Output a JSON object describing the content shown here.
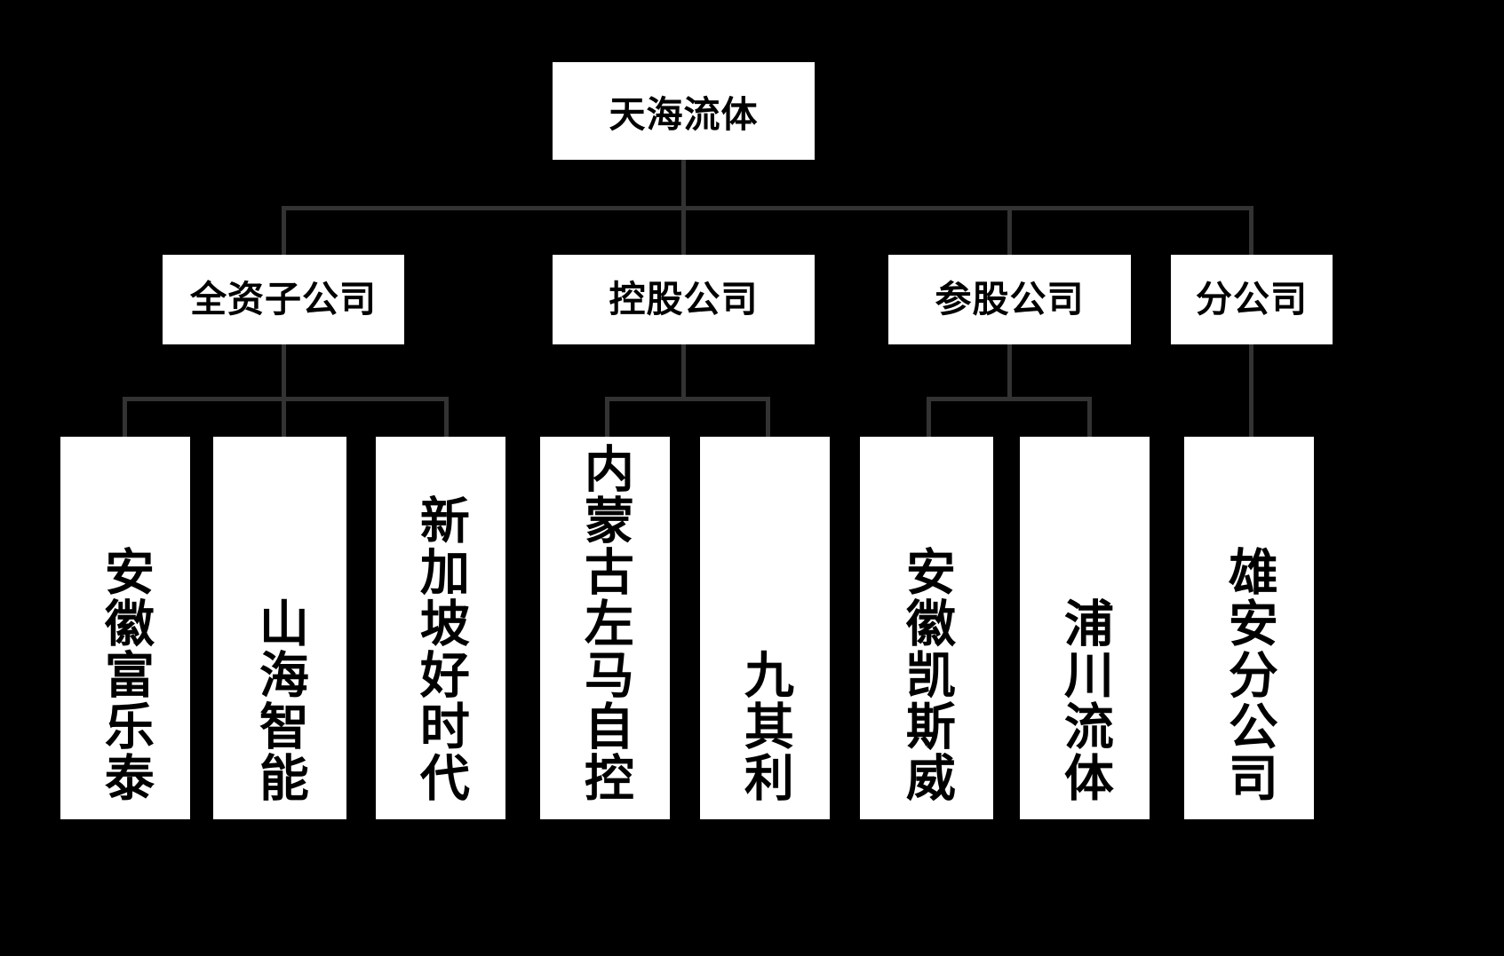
{
  "chart": {
    "type": "org-chart",
    "background_color": "#000000",
    "node_fill_color": "#ffffff",
    "node_text_color": "#000000",
    "connector_color": "#333333",
    "root": {
      "label": "天海流体"
    },
    "categories": [
      {
        "label": "全资子公司"
      },
      {
        "label": "控股公司"
      },
      {
        "label": "参股公司"
      },
      {
        "label": "分公司"
      }
    ],
    "subsidiaries": {
      "wholly_owned": [
        {
          "label": "安徽富乐泰"
        },
        {
          "label": "山海智能"
        },
        {
          "label": "新加坡好时代"
        }
      ],
      "controlled": [
        {
          "label": "内蒙古左马自控"
        },
        {
          "label": "九其利"
        }
      ],
      "participating": [
        {
          "label": "安徽凯斯威"
        },
        {
          "label": "浦川流体"
        }
      ],
      "branch": [
        {
          "label": "雄安分公司"
        }
      ]
    }
  }
}
